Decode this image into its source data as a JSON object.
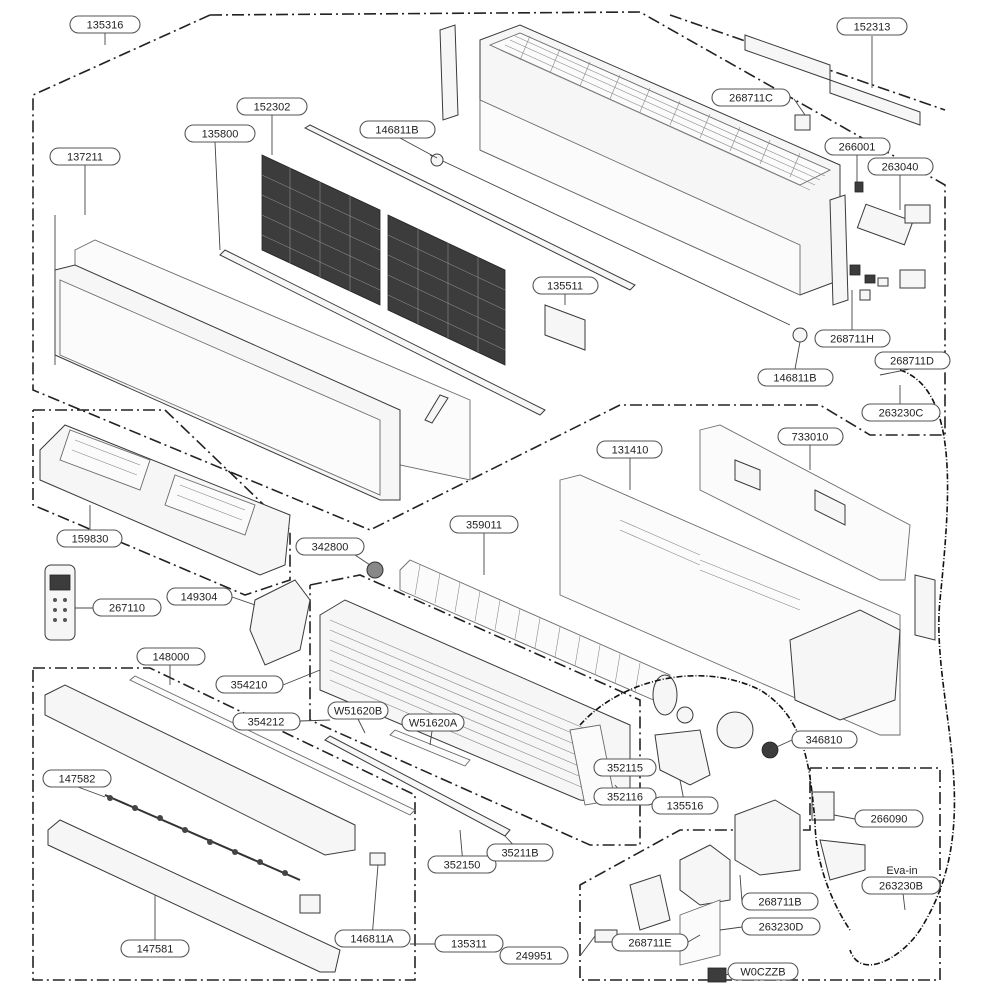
{
  "labels": {
    "l135316": "135316",
    "l152313": "152313",
    "l152302": "152302",
    "l135800": "135800",
    "l146811B_top": "146811B",
    "l268711C": "268711C",
    "l137211": "137211",
    "l266001": "266001",
    "l263040": "263040",
    "l135511": "135511",
    "l268711H": "268711H",
    "l146811B_mid": "146811B",
    "l268711D": "268711D",
    "l263230C": "263230C",
    "l131410": "131410",
    "l733010": "733010",
    "l159830": "159830",
    "l359011": "359011",
    "l342800": "342800",
    "l267110": "267110",
    "l149304": "149304",
    "l148000": "148000",
    "l354210": "354210",
    "l354212": "354212",
    "lW51620B": "W51620B",
    "lW51620A": "W51620A",
    "l346810": "346810",
    "l352115": "352115",
    "l352116": "352116",
    "l135516": "135516",
    "l147582": "147582",
    "l266090": "266090",
    "l352150": "352150",
    "l35211B": "35211B",
    "l263230B": "263230B",
    "l268711B": "268711B",
    "l263230D": "263230D",
    "l147581": "147581",
    "l146811A": "146811A",
    "l135311": "135311",
    "l249951": "249951",
    "l268711E": "268711E",
    "lW0CZZB": "W0CZZB"
  },
  "annotations": {
    "eva_in": "Eva-in"
  }
}
